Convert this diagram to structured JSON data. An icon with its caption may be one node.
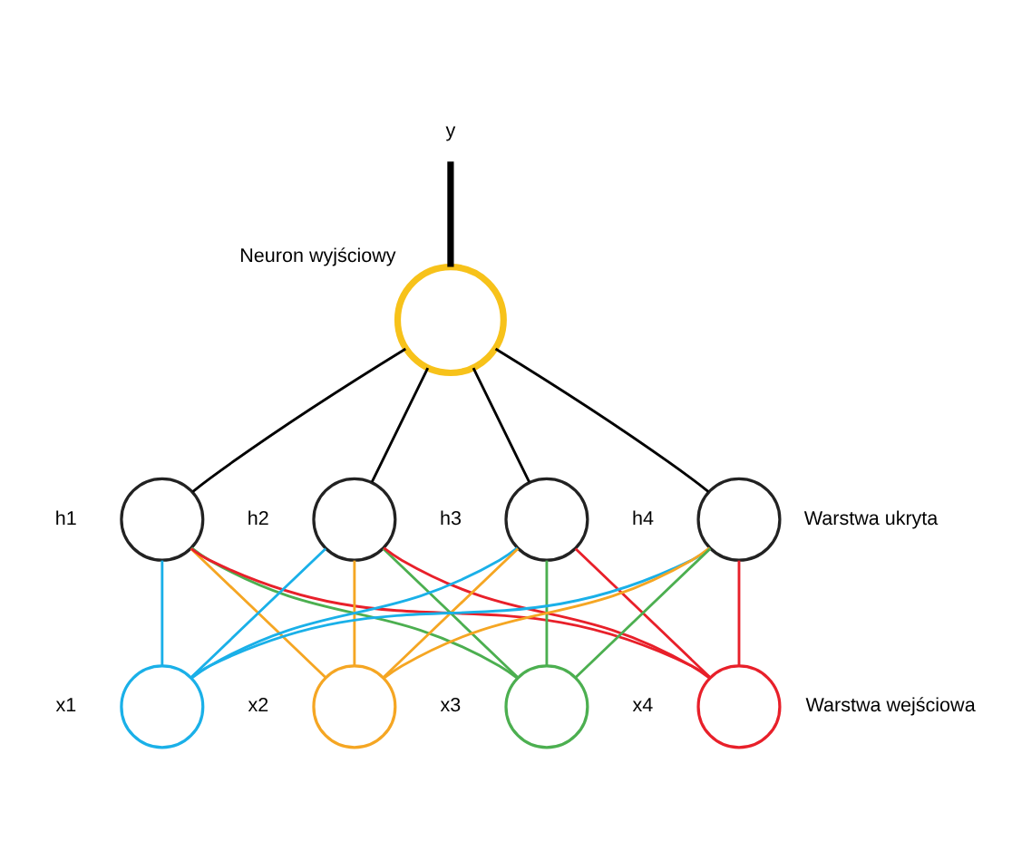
{
  "diagram": {
    "nodes": [
      {
        "text": [
          "y"
        ]
      },
      {
        "text": [],
        "shape": "circle",
        "beside": [
          "Neuron wyjściowy"
        ]
      },
      {
        "text": [],
        "shape": "circle",
        "beside": [
          "h1"
        ]
      },
      {
        "text": [],
        "shape": "circle",
        "beside": [
          "h2"
        ]
      },
      {
        "text": [],
        "shape": "circle",
        "beside": [
          "h3"
        ]
      },
      {
        "text": [],
        "shape": "circle",
        "beside": [
          "h4"
        ]
      },
      {
        "text": [],
        "shape": "circle",
        "beside": [
          "x1"
        ]
      },
      {
        "text": [],
        "shape": "circle",
        "beside": [
          "x2"
        ]
      },
      {
        "text": [],
        "shape": "circle",
        "beside": [
          "x3"
        ]
      },
      {
        "text": [],
        "shape": "circle",
        "beside": [
          "x4"
        ]
      }
    ],
    "edges": [
      {
        "from": 6,
        "to": 2,
        "arrow": "none",
        "color": "#1ab0e8"
      },
      {
        "from": 6,
        "to": 3,
        "arrow": "none",
        "color": "#1ab0e8"
      },
      {
        "from": 6,
        "to": 4,
        "arrow": "none",
        "color": "#1ab0e8"
      },
      {
        "from": 6,
        "to": 5,
        "arrow": "none",
        "color": "#1ab0e8"
      },
      {
        "from": 7,
        "to": 2,
        "arrow": "none",
        "color": "#f5a623"
      },
      {
        "from": 7,
        "to": 3,
        "arrow": "none",
        "color": "#f5a623"
      },
      {
        "from": 7,
        "to": 4,
        "arrow": "none",
        "color": "#f5a623"
      },
      {
        "from": 7,
        "to": 5,
        "arrow": "none",
        "color": "#f5a623"
      },
      {
        "from": 8,
        "to": 2,
        "arrow": "none",
        "color": "#4caf50"
      },
      {
        "from": 8,
        "to": 3,
        "arrow": "none",
        "color": "#4caf50"
      },
      {
        "from": 8,
        "to": 4,
        "arrow": "none",
        "color": "#4caf50"
      },
      {
        "from": 8,
        "to": 5,
        "arrow": "none",
        "color": "#4caf50"
      },
      {
        "from": 9,
        "to": 2,
        "arrow": "none",
        "color": "#e8202a"
      },
      {
        "from": 9,
        "to": 3,
        "arrow": "none",
        "color": "#e8202a"
      },
      {
        "from": 9,
        "to": 4,
        "arrow": "none",
        "color": "#e8202a"
      },
      {
        "from": 9,
        "to": 5,
        "arrow": "none",
        "color": "#e8202a"
      },
      {
        "from": 2,
        "to": 1,
        "arrow": "none"
      },
      {
        "from": 3,
        "to": 1,
        "arrow": "none"
      },
      {
        "from": 4,
        "to": 1,
        "arrow": "none"
      },
      {
        "from": 5,
        "to": 1,
        "arrow": "none"
      },
      {
        "from": 1,
        "to": 0,
        "arrow": "none",
        "style": "thick"
      }
    ],
    "labels": [
      "Warstwa ukryta",
      "Warstwa wejściowa"
    ]
  }
}
